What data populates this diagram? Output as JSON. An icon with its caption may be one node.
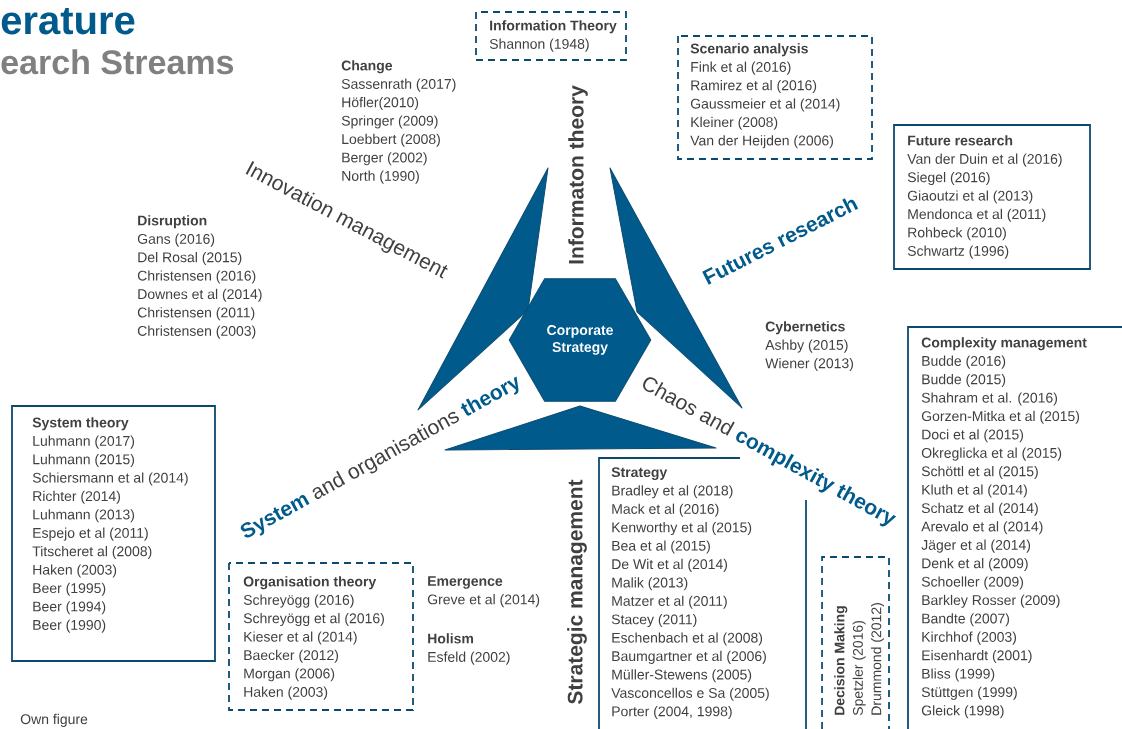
{
  "diagram": {
    "nodes": [
      {
        "text": [
          "Information Theory",
          "Shannon (1948)"
        ]
      },
      {
        "text": [
          "Scenario analysis",
          "Fink et al (2016)",
          "Ramirez et al (2016)",
          "Gaussmeier et al (2014)",
          "Kleiner (2008)",
          "Van der Heijden (2006)"
        ]
      },
      {
        "text": [
          "Future research",
          "Van der Duin et al (2016)",
          "Siegel (2016)",
          "Giaoutzi et al (2013)",
          "Mendonca et al (2011)",
          "Rohbeck (2010)",
          "Schwartz (1996)"
        ]
      },
      {
        "text": [
          "Corporate Strategy"
        ]
      },
      {
        "text": [
          "Complexity management",
          "Budde (2016)",
          "Budde (2015)",
          "Shahram et al. (2016)",
          "Gorzen-Mitka et al (2015)",
          "Doci et al (2015)",
          "Okreglicka et al (2015)",
          "Schöttl et al (2015)",
          "Kluth et al (2014)",
          "Schatz et al (2014)",
          "Arevalo et al (2014)",
          "Jäger et al (2014)",
          "Denk et al (2009)",
          "Schoeller (2009)",
          "Barkley Rosser (2009)",
          "Bandte (2007)",
          "Kirchhof (2003)",
          "Eisenhardt (2001)",
          "Bliss (1999)",
          "Stüttgen (1999)",
          "Gleick (1998)"
        ]
      },
      {
        "text": [
          "System theory",
          "Luhmann (2017)",
          "Luhmann (2015)",
          "Schiersmann et al (2014)",
          "Richter (2014)",
          "Luhmann (2013)",
          "Espejo et al (2011)",
          "Titscheret al (2008)",
          "Haken (2003)",
          "Beer (1995)",
          "Beer (1994)",
          "Beer (1990)"
        ]
      },
      {
        "text": [
          "Organisation theory",
          "Schreyögg (2016)",
          "Schreyögg et al (2016)",
          "Kieser et al (2014)",
          "Baecker (2012)",
          "Morgan (2006)",
          "Haken (2003)"
        ]
      },
      {
        "text": [
          "Strategy",
          "Bradley et al (2018)",
          "Mack et al (2016)",
          "Kenworthy et al (2015)",
          "Bea et al (2015)",
          "De Wit et al (2014)",
          "Malik (2013)",
          "Matzer et al (2011)",
          "Stacey (2011)",
          "Eschenbach et al (2008)",
          "Baumgartner et al (2006)",
          "Müller-Stewens (2005)",
          "Vasconcellos e Sa (2005)",
          "Porter (2004, 1998)"
        ]
      },
      {
        "text": [
          "Decision Making",
          "Spetzler (2016)",
          "Drummond (2012)"
        ]
      }
    ],
    "labels": [
      "erature",
      "earch Streams",
      "Change",
      "Sassenrath (2017)",
      "Höfler(2010)",
      "Springer (2009)",
      "Loebbert (2008)",
      "Berger (2002)",
      "North (1990)",
      "Informaton theory",
      "Innovation management",
      "Futures research",
      "Disruption",
      "Gans (2016)",
      "Del Rosal (2015)",
      "Christensen (2016)",
      "Downes et al (2014)",
      "Christensen (2011)",
      "Christensen (2003)",
      "Cybernetics",
      "Ashby (2015)",
      "Wiener (2013)",
      "Chaos and",
      "complexity theory",
      "System",
      "and organisations",
      "theory",
      "Strategic management",
      "Emergence",
      "Greve et al (2014)",
      "Holism",
      "Esfeld (2002)",
      "Own figure"
    ]
  }
}
